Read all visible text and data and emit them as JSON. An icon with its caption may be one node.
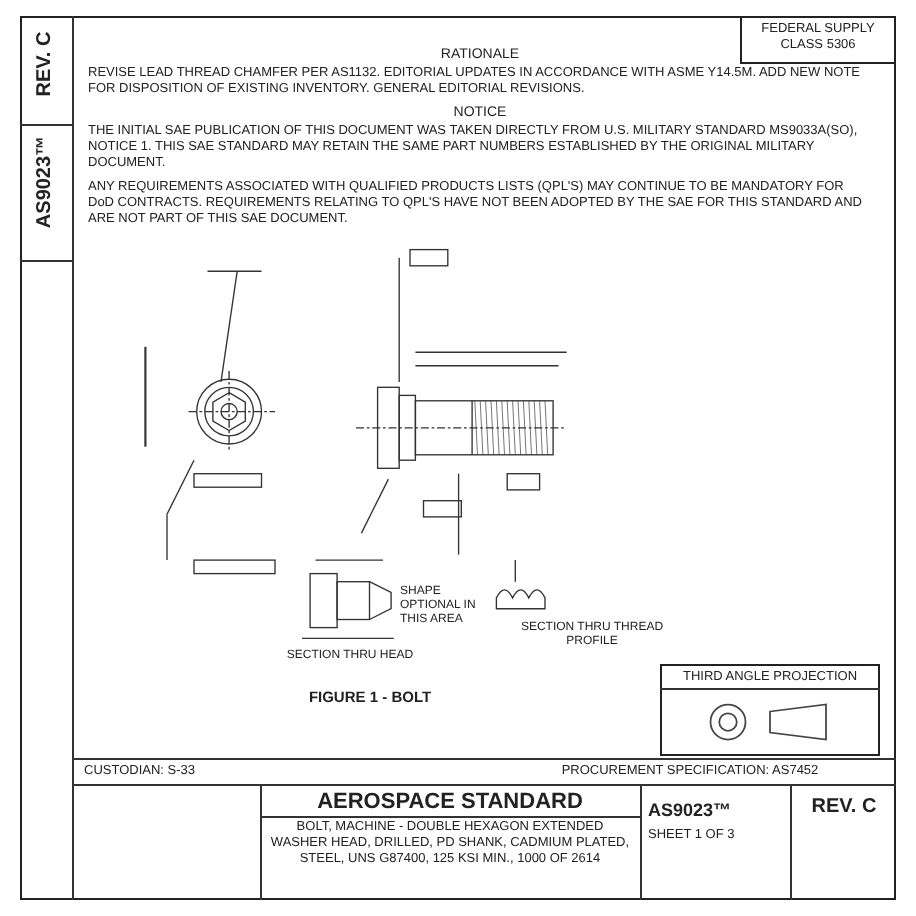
{
  "diagram": {
    "labels": [
      "REV. C",
      "AS9023™",
      "FEDERAL SUPPLY CLASS 5306",
      "RATIONALE",
      "REVISE LEAD THREAD CHAMFER PER AS1132. EDITORIAL UPDATES IN ACCORDANCE WITH ASME Y14.5M. ADD NEW NOTE FOR DISPOSITION OF EXISTING INVENTORY. GENERAL EDITORIAL REVISIONS.",
      "NOTICE",
      "THE INITIAL SAE PUBLICATION OF THIS DOCUMENT WAS TAKEN DIRECTLY FROM U.S. MILITARY STANDARD MS9033A(SO), NOTICE 1. THIS SAE STANDARD MAY RETAIN THE SAME PART NUMBERS ESTABLISHED BY THE ORIGINAL MILITARY DOCUMENT.",
      "ANY REQUIREMENTS ASSOCIATED WITH QUALIFIED PRODUCTS LISTS (QPL'S) MAY CONTINUE TO BE MANDATORY FOR DoD CONTRACTS. REQUIREMENTS RELATING TO QPL'S HAVE NOT BEEN ADOPTED BY THE SAE FOR THIS STANDARD AND ARE NOT PART OF THIS SAE DOCUMENT.",
      "SHAPE OPTIONAL IN THIS AREA",
      "SECTION THRU THREAD PROFILE",
      "SECTION THRU HEAD",
      "FIGURE 1 - BOLT",
      "THIRD ANGLE PROJECTION",
      "CUSTODIAN: S-33",
      "PROCUREMENT SPECIFICATION: AS7452",
      "AEROSPACE STANDARD",
      "BOLT, MACHINE - DOUBLE HEXAGON EXTENDED WASHER HEAD, DRILLED, PD SHANK, CADMIUM PLATED, STEEL, UNS G87400, 125 KSI MIN., 1000 OF 2614",
      "AS9023™",
      "SHEET 1 OF 3",
      "REV. C"
    ]
  }
}
